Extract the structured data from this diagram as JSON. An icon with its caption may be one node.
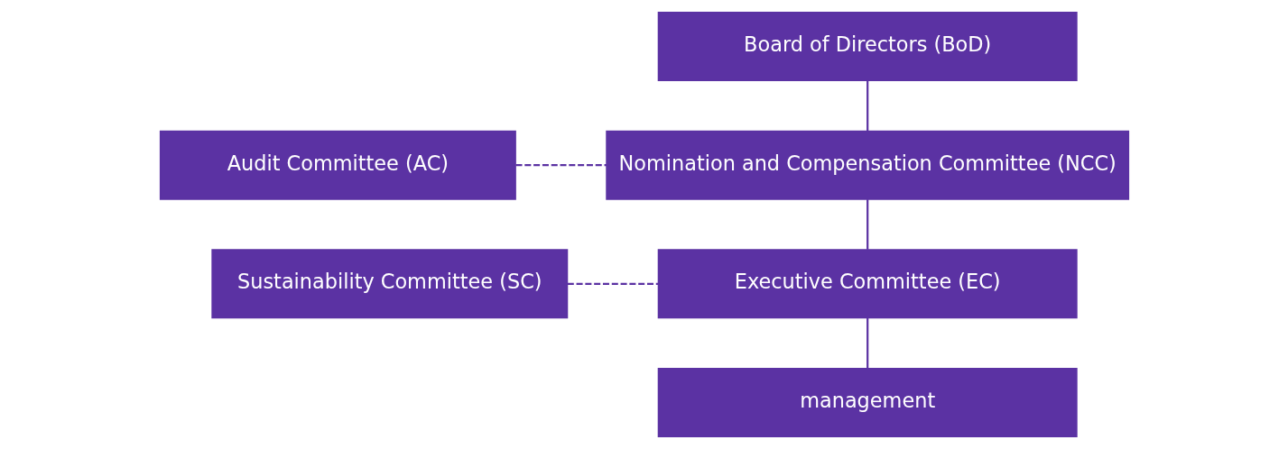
{
  "diagram": {
    "nodes": [
      {
        "text": [
          "Board of Directors (BoD)"
        ]
      },
      {
        "text": [
          "Audit Committee (AC)"
        ]
      },
      {
        "text": [
          "Nomination and Compensation Committee (NCC)"
        ]
      },
      {
        "text": [
          "Sustainability Committee (SC)"
        ]
      },
      {
        "text": [
          "Executive Committee (EC)"
        ]
      },
      {
        "text": [
          "management"
        ]
      }
    ],
    "edges": [
      {
        "from": 0,
        "to": 2,
        "arrow": "none"
      },
      {
        "from": 1,
        "to": 2,
        "arrow": "none",
        "style": "dashed"
      },
      {
        "from": 2,
        "to": 4,
        "arrow": "none"
      },
      {
        "from": 3,
        "to": 4,
        "arrow": "none",
        "style": "dashed"
      },
      {
        "from": 4,
        "to": 5,
        "arrow": "none"
      }
    ]
  }
}
